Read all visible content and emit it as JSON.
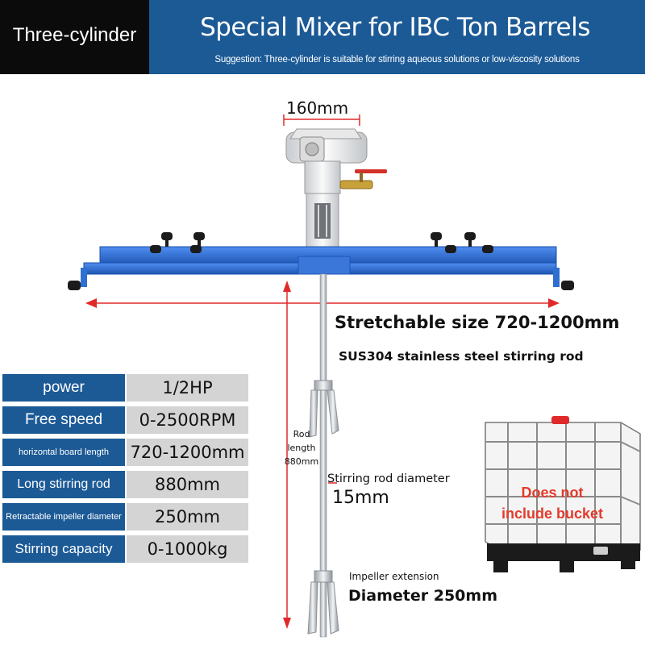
{
  "header": {
    "tag": "Three-cylinder",
    "title": "Special Mixer for IBC Ton Barrels",
    "subtitle": "Suggestion: Three-cylinder is suitable for stirring aqueous solutions or low-viscosity solutions"
  },
  "annotations": {
    "motor_width": "160mm",
    "stretchable": "Stretchable size 720-1200mm",
    "rod_material": "SUS304 stainless steel stirring rod",
    "rod_length": "Rod length 880mm",
    "rod_diameter_label": "Stirring rod diameter",
    "rod_diameter_value": "15mm",
    "impeller_extension": "Impeller extension",
    "impeller_diameter": "Diameter 250mm",
    "bucket_note": "Does not include bucket"
  },
  "specs": [
    {
      "key": "power",
      "value": "1/2HP"
    },
    {
      "key": "Free speed",
      "value": "0-2500RPM"
    },
    {
      "key": "horizontal board length",
      "value": "720-1200mm"
    },
    {
      "key": "Long stirring rod",
      "value": "880mm"
    },
    {
      "key": "Retractable impeller diameter",
      "value": "250mm"
    },
    {
      "key": "Stirring capacity",
      "value": "0-1000kg"
    }
  ],
  "colors": {
    "brand_blue": "#1c5a96",
    "frame_blue": "#2f6fd0",
    "dimension_red": "#e02a2a",
    "note_red": "#e33b2c"
  },
  "icons": [
    "mixer-motor-icon",
    "ibc-tote-icon"
  ]
}
